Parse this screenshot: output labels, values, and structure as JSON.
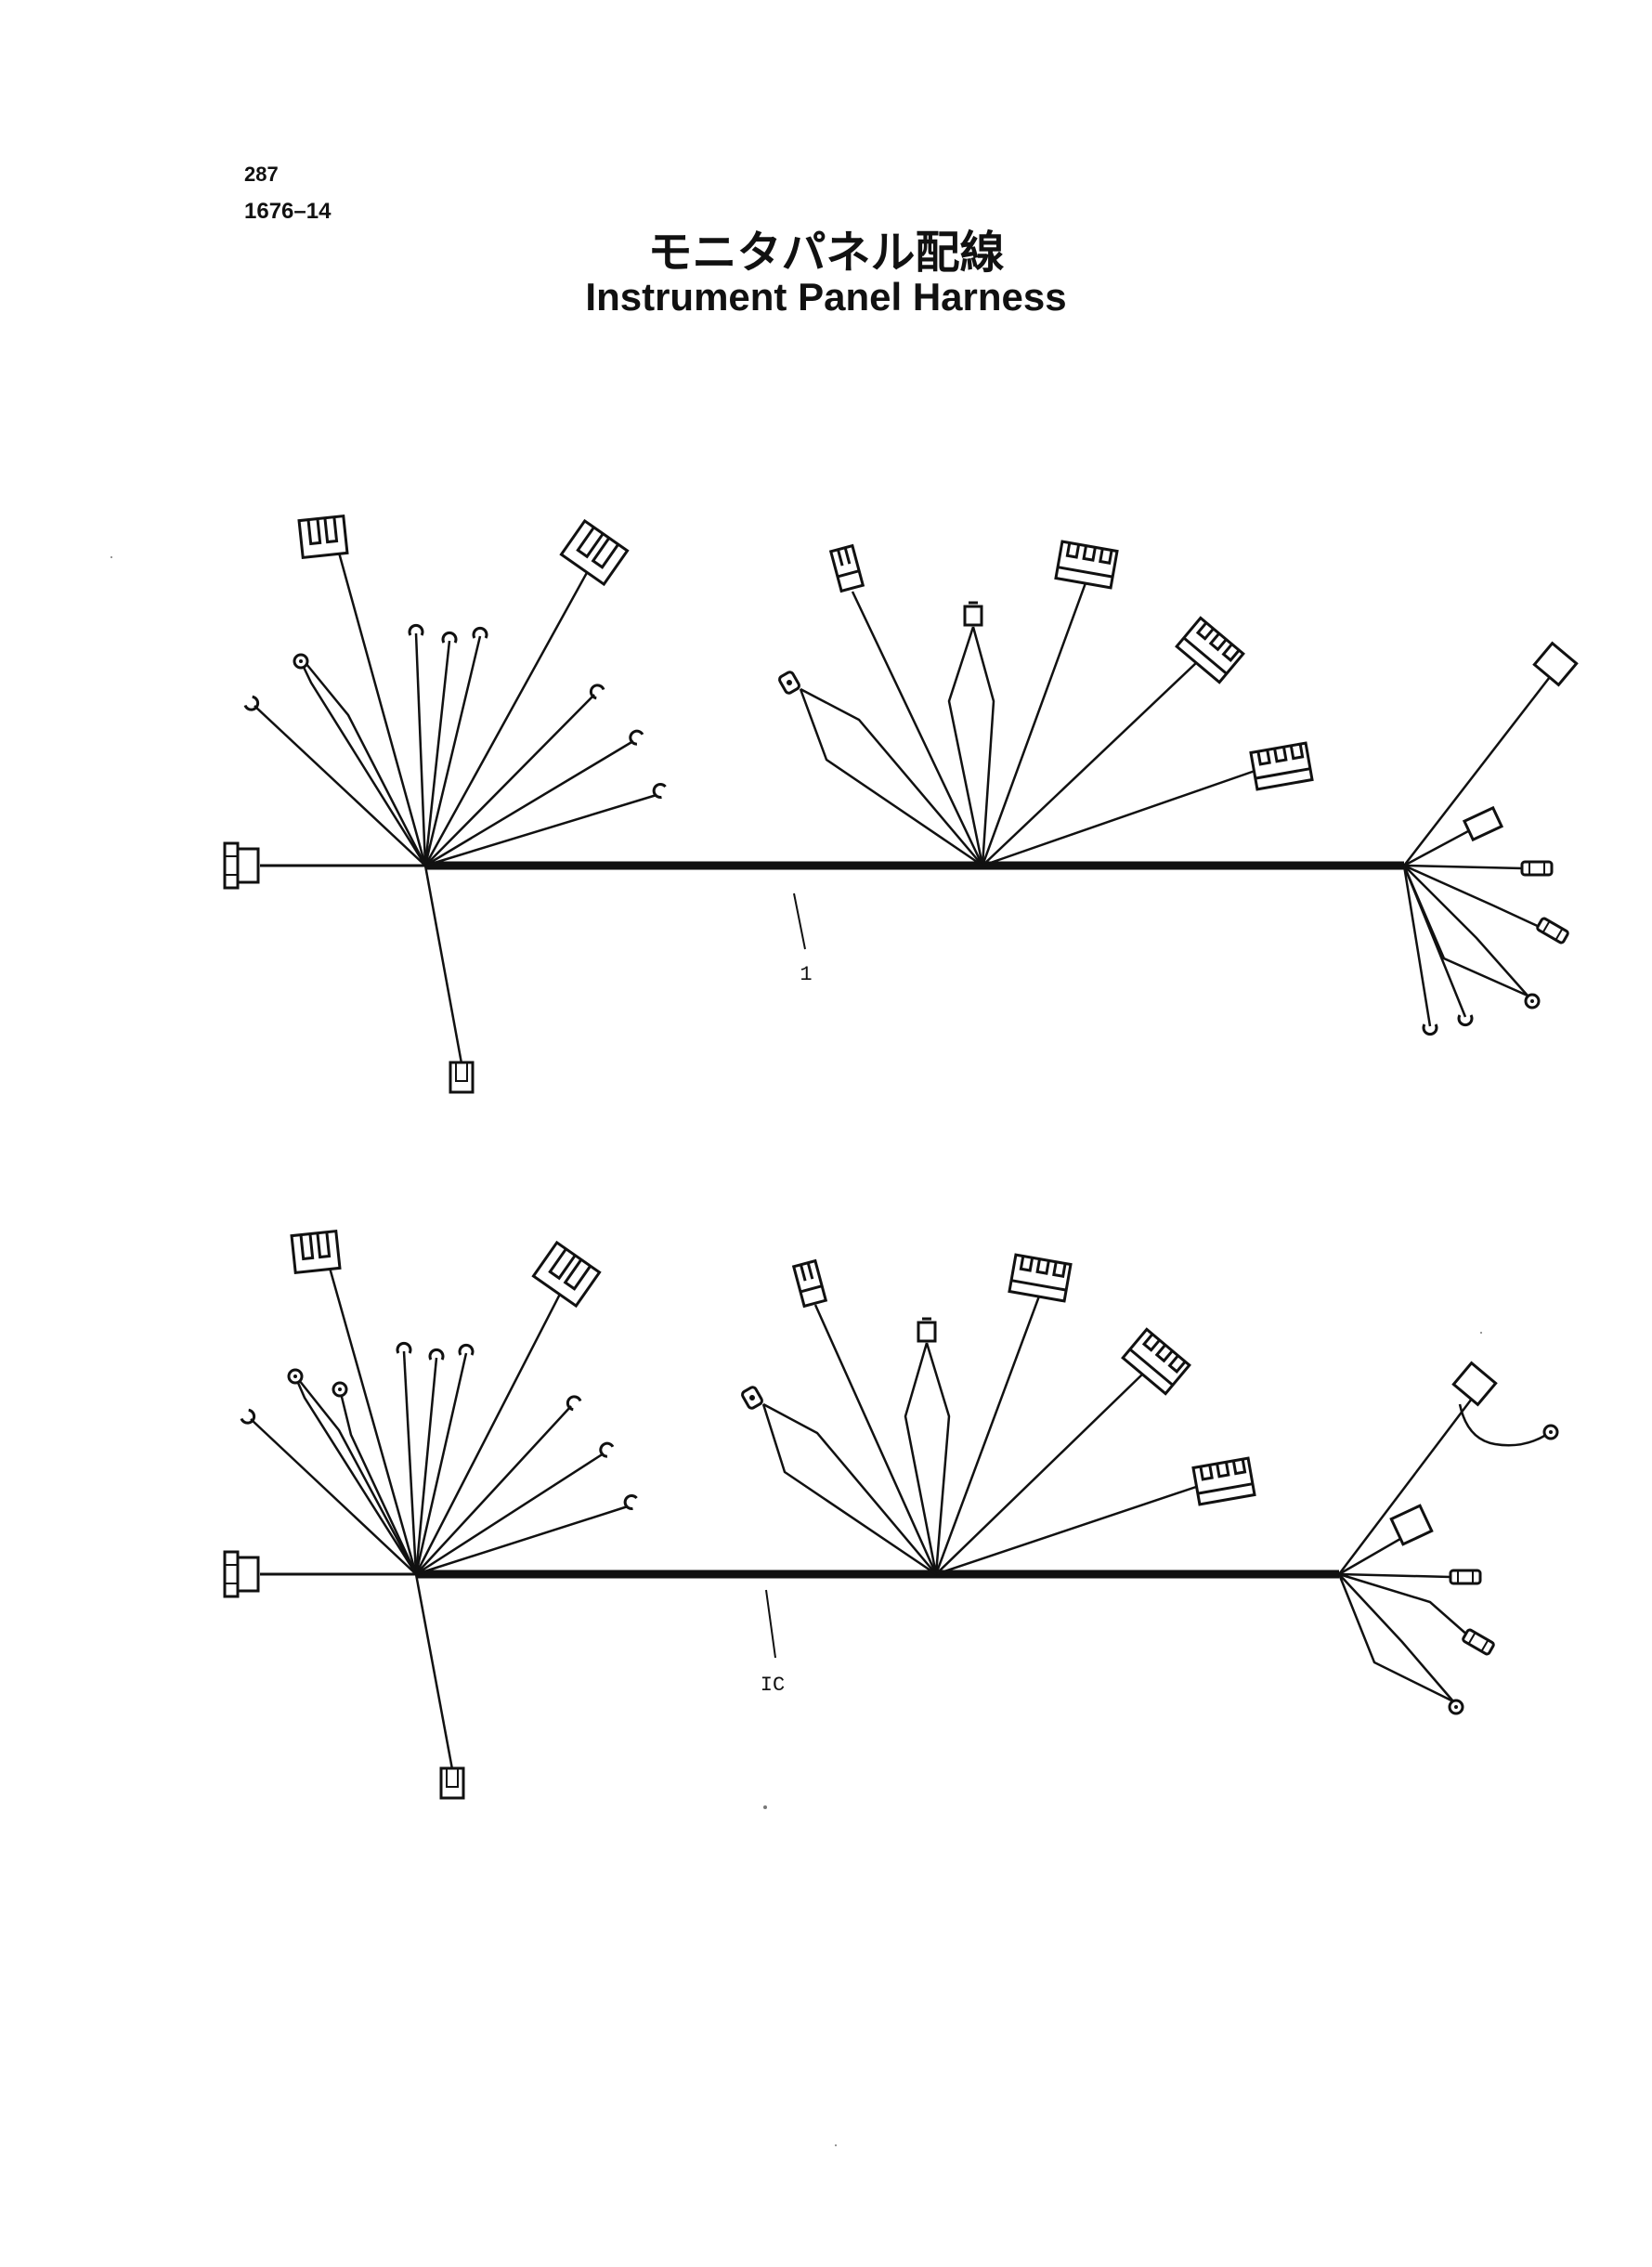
{
  "header": {
    "page_number": "287",
    "figure_number": "1676–14",
    "title_japanese": "モニタパネル配線",
    "title_english": "Instrument Panel Harness"
  },
  "harnesses": [
    {
      "callout": "1"
    },
    {
      "callout": "IC"
    }
  ],
  "colors": {
    "ink": "#111111",
    "paper": "#ffffff"
  }
}
